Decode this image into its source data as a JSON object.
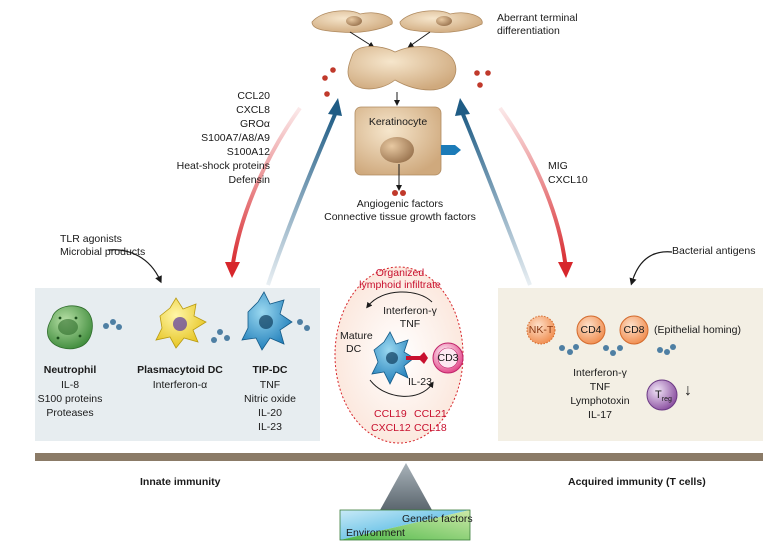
{
  "top": {
    "aberrant_line1": "Aberrant terminal",
    "aberrant_line2": "differentiation",
    "keratinocyte": "Keratinocyte",
    "angiogenic": "Angiogenic factors",
    "connective": "Connective tissue growth factors"
  },
  "left_list": [
    "CCL20",
    "CXCL8",
    "GROα",
    "S100A7/A8/A9",
    "S100A12",
    "Heat-shock proteins",
    "Defensin"
  ],
  "right_list": [
    "MIG",
    "CXCL10"
  ],
  "tlr": [
    "TLR agonists",
    "Microbial products"
  ],
  "bacterial": "Bacterial antigens",
  "innate": {
    "neutrophil_title": "Neutrophil",
    "neutrophil_items": [
      "IL-8",
      "S100 proteins",
      "Proteases"
    ],
    "pdc_title": "Plasmacytoid DC",
    "pdc_items": [
      "Interferon-α"
    ],
    "tipdc_title": "TIP-DC",
    "tipdc_items": [
      "TNF",
      "Nitric oxide",
      "IL-20",
      "IL-23"
    ]
  },
  "center": {
    "title_line1": "Organized",
    "title_line2": "lymphoid infiltrate",
    "ifn": "Interferon-γ",
    "tnf": "TNF",
    "mature1": "Mature",
    "mature2": "DC",
    "cd3": "CD3",
    "il23": "IL-23",
    "chemokines_left": [
      "CCL19",
      "CXCL12"
    ],
    "chemokines_right": [
      "CCL21",
      "CCL18"
    ]
  },
  "acquired": {
    "nkt": "NK-T",
    "cd4": "CD4",
    "cd8": "CD8",
    "epithelial": "(Epithelial homing)",
    "items": [
      "Interferon-γ",
      "TNF",
      "Lymphotoxin",
      "IL-17"
    ],
    "treg": "T",
    "treg_sub": "reg",
    "down_arrow": "↓"
  },
  "bottom": {
    "innate_label": "Innate immunity",
    "acquired_label": "Acquired immunity (T cells)",
    "genetic": "Genetic factors",
    "environment": "Environment"
  },
  "colors": {
    "red_arrow": "#d7262b",
    "blue_arrow": "#1f5c85",
    "chemokine_red": "#c8102e",
    "innate_bg": "#e7edf0",
    "acquired_bg": "#f3efe4",
    "cell_tan": "#e2c9a4",
    "bar": "#8b7b67"
  }
}
